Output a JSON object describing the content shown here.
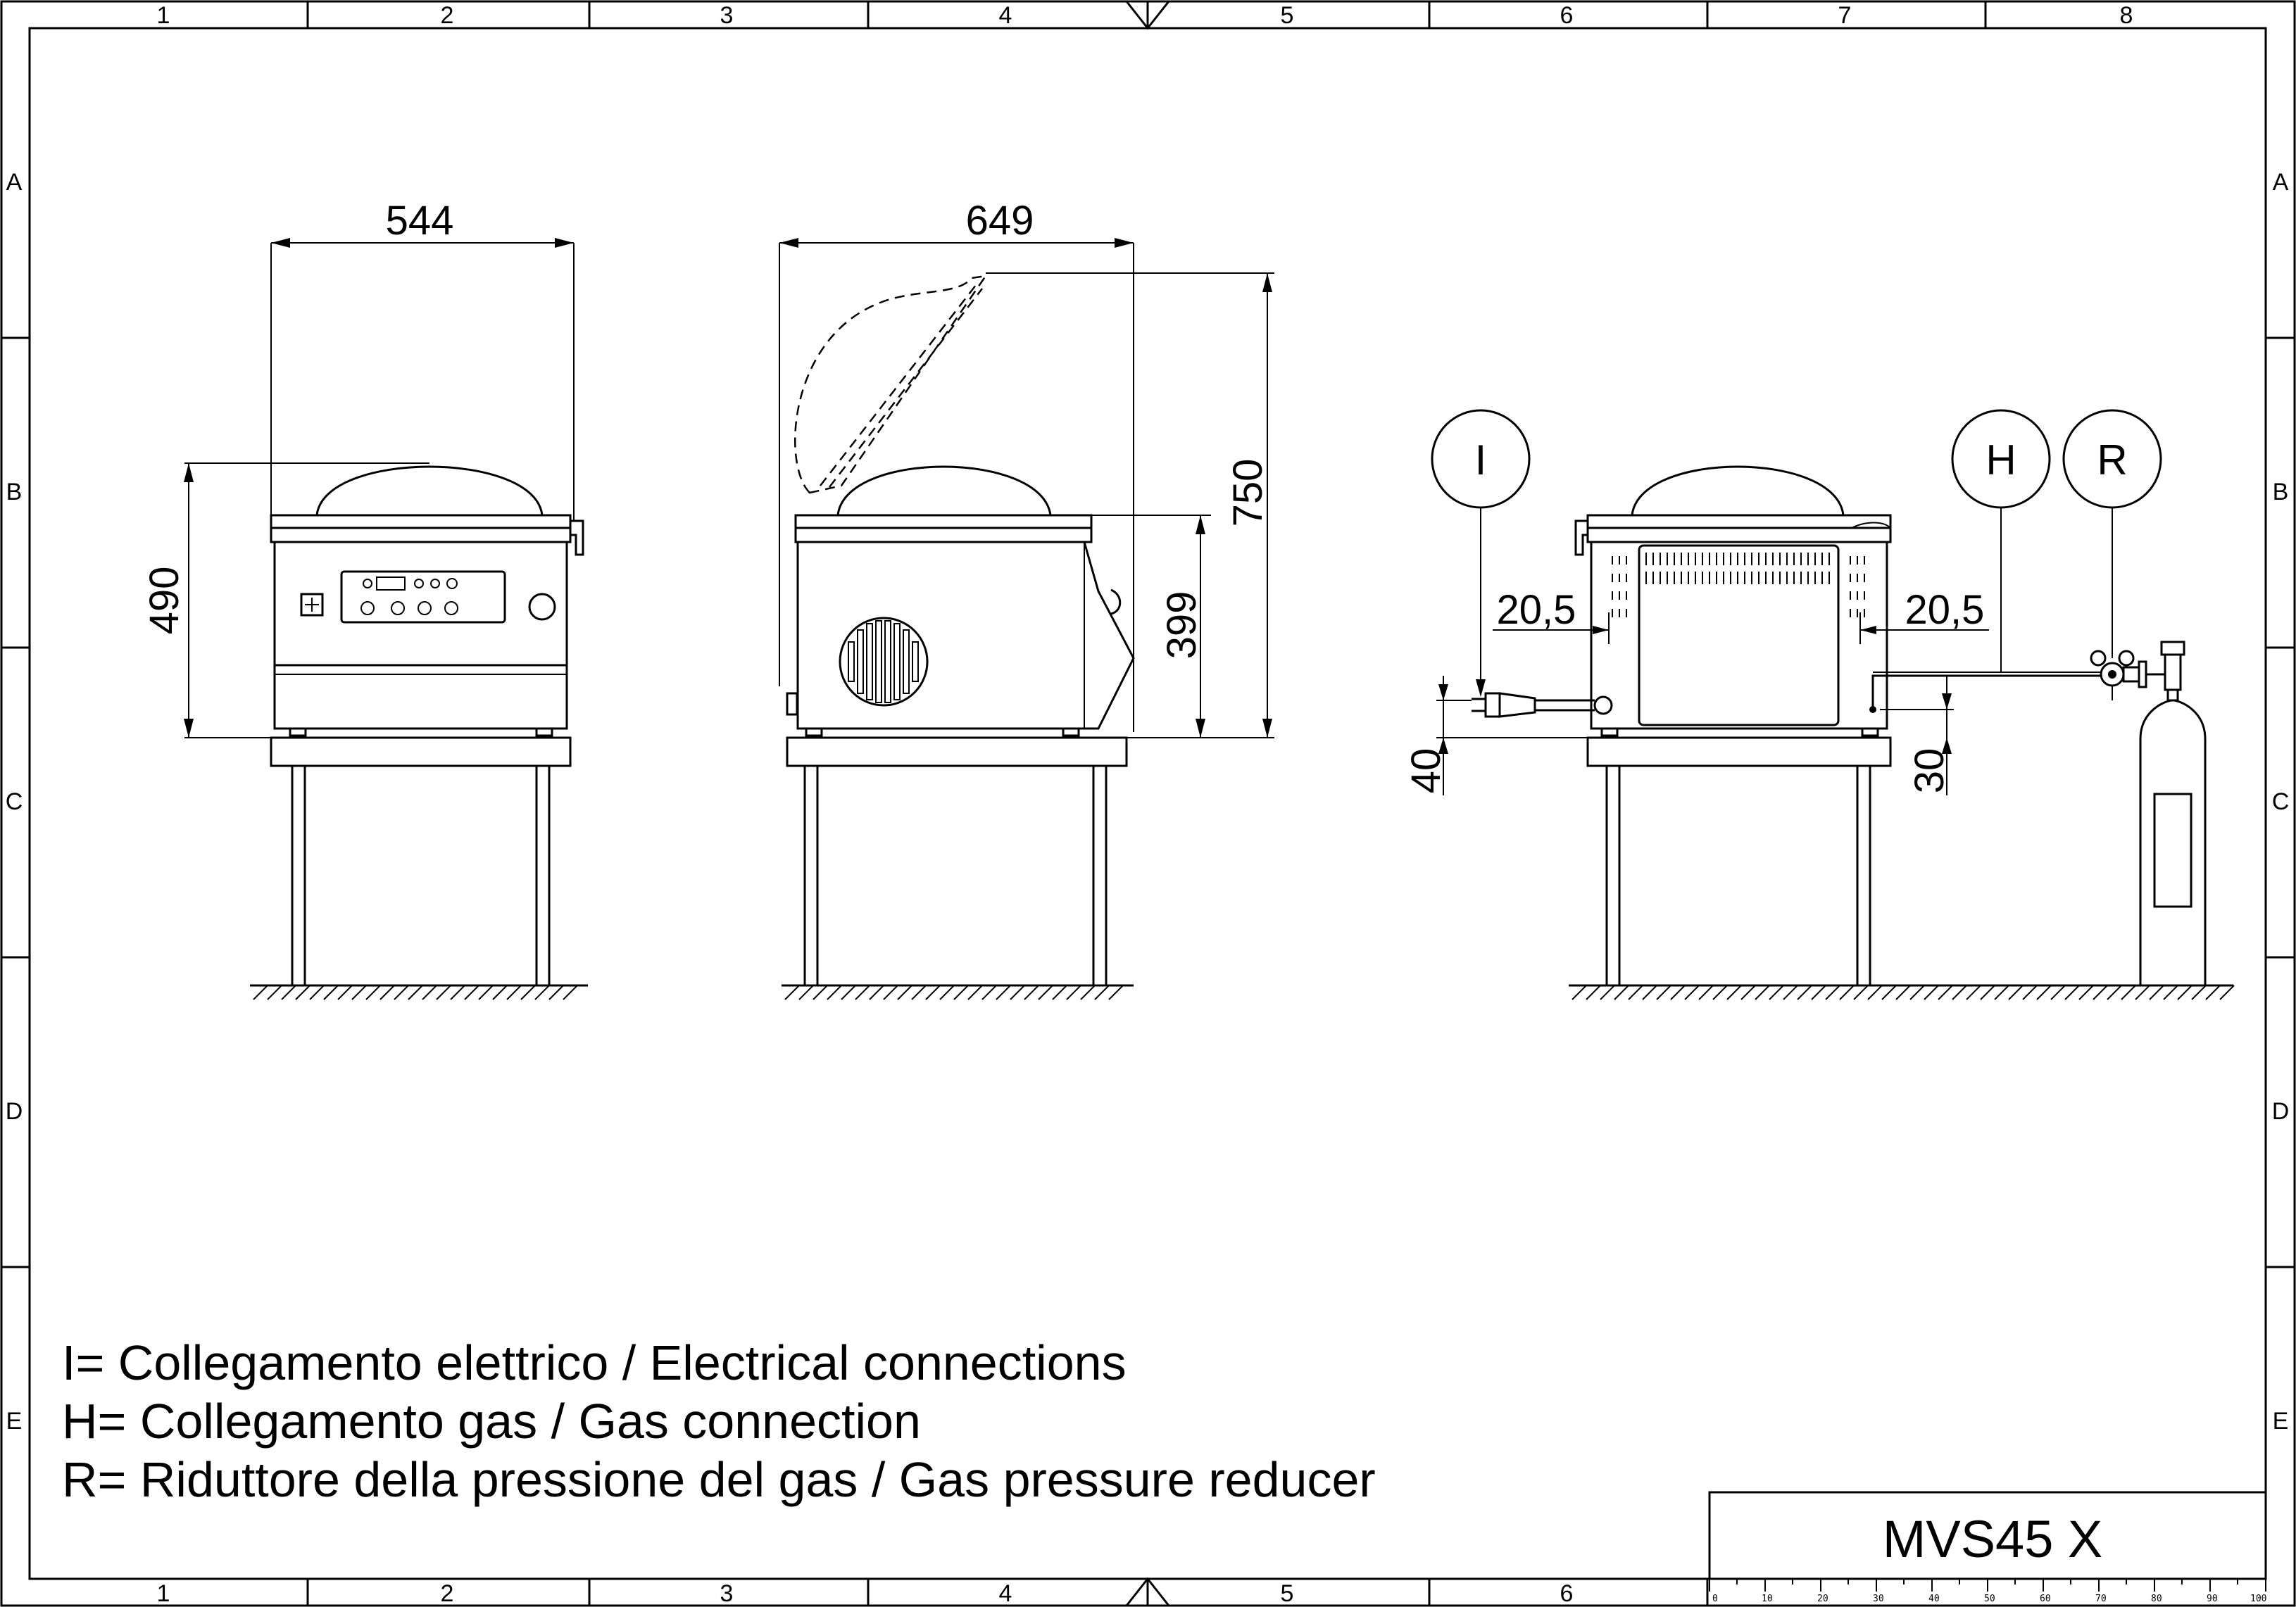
{
  "grid": {
    "columns": [
      "1",
      "2",
      "3",
      "4",
      "5",
      "6",
      "7",
      "8"
    ],
    "rows": [
      "A",
      "B",
      "C",
      "D",
      "E"
    ]
  },
  "dimensions": {
    "front_width": "544",
    "front_height": "490",
    "side_width": "649",
    "side_height_open": "750",
    "side_height": "399",
    "rear_left_offset": "20,5",
    "rear_right_offset": "20,5",
    "rear_plug_height": "40",
    "rear_gas_height": "30"
  },
  "callouts": {
    "electrical": "I",
    "gas": "H",
    "reducer": "R"
  },
  "legend": [
    "I= Collegamento elettrico / Electrical connections",
    "H= Collegamento gas / Gas connection",
    "R= Riduttore della pressione del gas / Gas pressure reducer"
  ],
  "title_block": {
    "model": "MVS45 X"
  },
  "scale_bar": {
    "labels": [
      "0",
      "10",
      "20",
      "30",
      "40",
      "50",
      "60",
      "70",
      "80",
      "90",
      "100"
    ]
  }
}
